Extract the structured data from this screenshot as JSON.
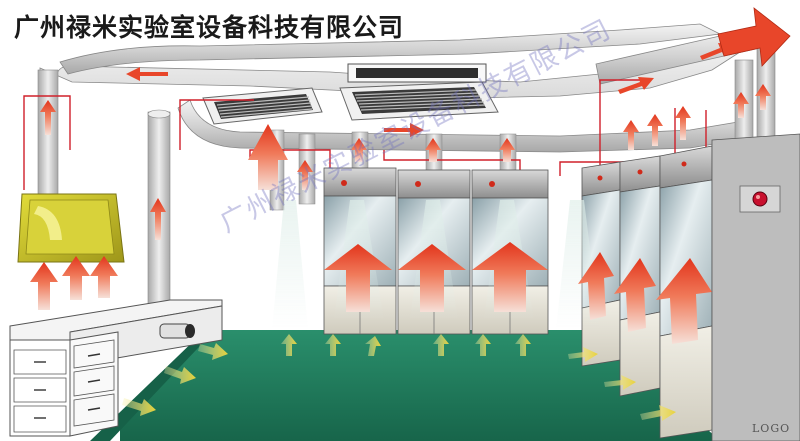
{
  "header": {
    "company_title": "广州禄米实验室设备科技有限公司"
  },
  "watermark": {
    "text": "广州禄米实验室设备科技有限公司"
  },
  "corner_logo": {
    "text": "LOGO"
  },
  "colors": {
    "floor": "#1f7a5a",
    "duct": "#dcdcdc",
    "exhaust_arrow": "#e8462a",
    "intake_arrow": "#e8d23a",
    "control_wire": "#d0202a",
    "canopy_hood": "#c9c21e",
    "fume_hood_body": "#b8b8b8",
    "alarm_light": "#c8102e"
  },
  "icons": [
    "exhaust-arrow-icon",
    "intake-arrow-icon",
    "ceiling-diffuser-icon",
    "alarm-light-icon",
    "outlet-arrow-icon"
  ]
}
